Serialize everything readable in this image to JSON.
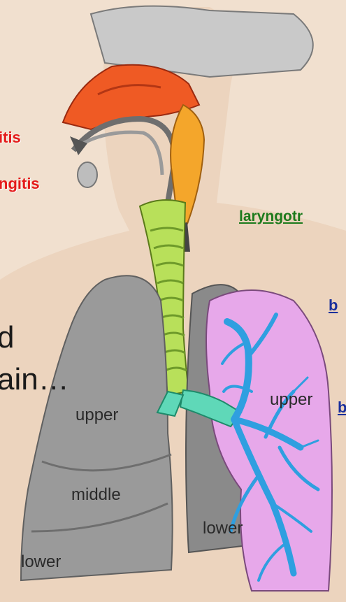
{
  "labels": {
    "rhinitis": "itis",
    "pharyngitis": "ngitis",
    "laryngotracheitis": "laryngotr",
    "bronchitis": "b",
    "bronchiolitis": "b",
    "partial_line_1": "d",
    "partial_line_2": "ain…"
  },
  "lobes": {
    "right_upper": "upper",
    "right_middle": "middle",
    "right_lower": "lower",
    "left_upper": "upper",
    "left_lower": "lower"
  },
  "colors": {
    "background": "#f1e0cf",
    "nasal_cavity": "#ef5a24",
    "pharynx": "#f4a62b",
    "trachea": "#b8e05a",
    "bronchi_main": "#5fd8b8",
    "bronchial_tree": "#2f9fe0",
    "left_lung": "#e7a8ea",
    "right_lung": "#9a9a9a",
    "label_red": "#e41b1b",
    "label_green": "#1c7a1c",
    "label_blue": "#1a2f9c"
  }
}
